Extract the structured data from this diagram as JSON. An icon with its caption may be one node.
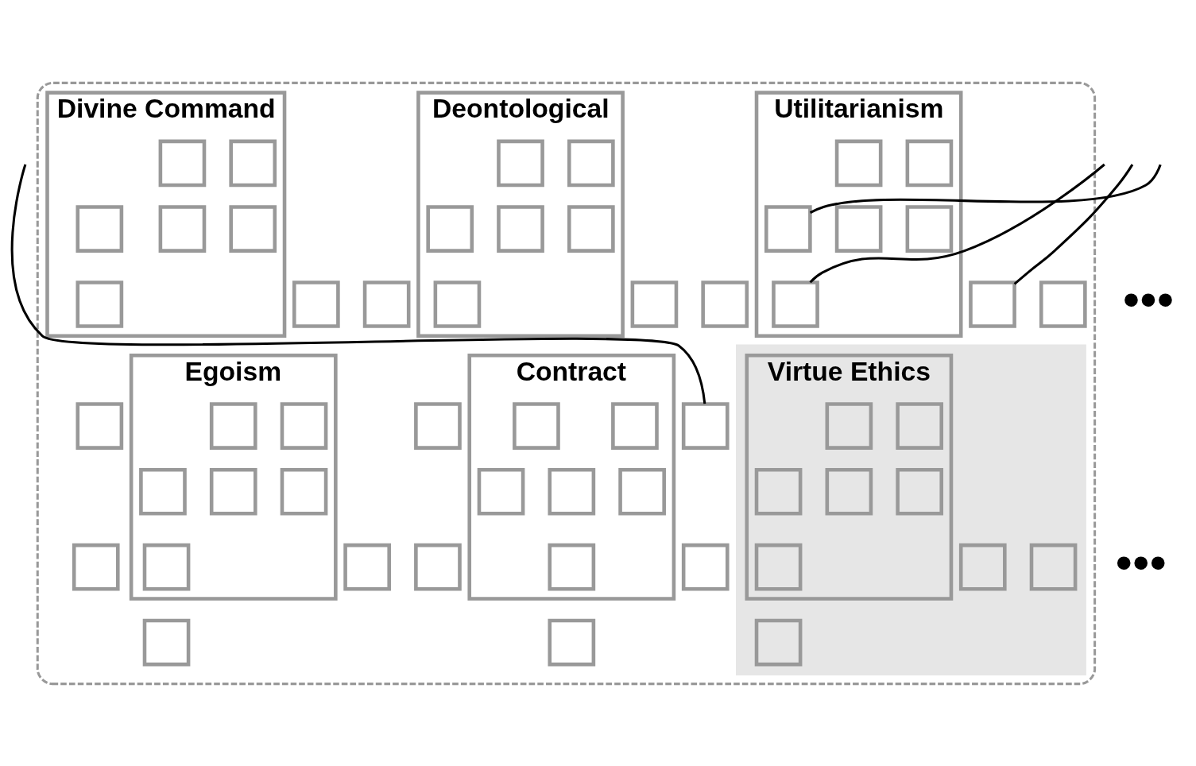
{
  "diagram": {
    "nodes": [
      {
        "text": [],
        "shape": "box"
      },
      {
        "text": [
          "Utilitarianism"
        ],
        "in": 0
      },
      {
        "text": [],
        "shape": "box",
        "in": 1
      },
      {
        "text": [],
        "shape": "box",
        "in": 1
      },
      {
        "text": [],
        "shape": "box",
        "in": 1
      },
      {
        "text": [],
        "shape": "box",
        "in": 1
      },
      {
        "text": [],
        "shape": "box",
        "in": 1
      },
      {
        "text": [],
        "shape": "box",
        "in": 1
      },
      {
        "text": [],
        "shape": "box",
        "in": 0
      },
      {
        "text": [],
        "shape": "box",
        "in": 0
      },
      {
        "text": [],
        "shape": "box",
        "in": 0
      },
      {
        "text": [
          "Deontological"
        ],
        "in": 0
      },
      {
        "text": [],
        "shape": "box",
        "in": 11
      },
      {
        "text": [],
        "shape": "box",
        "in": 11
      },
      {
        "text": [],
        "shape": "box",
        "in": 11
      },
      {
        "text": [],
        "shape": "box",
        "in": 11
      },
      {
        "text": [],
        "shape": "box",
        "in": 11
      },
      {
        "text": [],
        "shape": "box",
        "in": 11
      },
      {
        "text": [],
        "shape": "box",
        "in": 0
      },
      {
        "text": [],
        "shape": "box",
        "in": 0
      },
      {
        "text": [],
        "shape": "box",
        "in": 0
      },
      {
        "text": [
          "Divine Command"
        ],
        "in": 0
      },
      {
        "text": [],
        "shape": "box",
        "in": 21
      },
      {
        "text": [],
        "shape": "box",
        "in": 21
      },
      {
        "text": [],
        "shape": "box",
        "in": 21
      },
      {
        "text": [],
        "shape": "box",
        "in": 21
      },
      {
        "text": [],
        "shape": "box",
        "in": 21
      },
      {
        "text": [],
        "shape": "box",
        "in": 21
      },
      {
        "text": [],
        "shape": "box",
        "in": 0
      },
      {
        "text": [],
        "shape": "box",
        "in": 0
      },
      {
        "text": [],
        "shape": "box",
        "in": 0
      },
      {
        "text": [],
        "shape": "box",
        "in": 0
      },
      {
        "text": [
          "Virtue Ethics"
        ],
        "in": 31
      },
      {
        "text": [],
        "shape": "box",
        "in": 32
      },
      {
        "text": [],
        "shape": "box",
        "in": 32
      },
      {
        "text": [],
        "shape": "box",
        "in": 32
      },
      {
        "text": [],
        "shape": "box",
        "in": 32
      },
      {
        "text": [],
        "shape": "box",
        "in": 32
      },
      {
        "text": [],
        "shape": "box",
        "in": 32
      },
      {
        "text": [],
        "shape": "box",
        "in": 31
      },
      {
        "text": [],
        "shape": "box",
        "in": 31
      },
      {
        "text": [],
        "shape": "box",
        "in": 31
      },
      {
        "text": [
          "Contract"
        ],
        "in": 0
      },
      {
        "text": [],
        "shape": "box",
        "in": 42
      },
      {
        "text": [],
        "shape": "box",
        "in": 42
      },
      {
        "text": [],
        "shape": "box",
        "in": 42
      },
      {
        "text": [],
        "shape": "box",
        "in": 42
      },
      {
        "text": [],
        "shape": "box",
        "in": 42
      },
      {
        "text": [],
        "shape": "box",
        "in": 42
      },
      {
        "text": [],
        "shape": "box",
        "in": 0
      },
      {
        "text": [],
        "shape": "box",
        "in": 0
      },
      {
        "text": [],
        "shape": "box",
        "in": 0
      },
      {
        "text": [
          "Egoism"
        ],
        "in": 0
      },
      {
        "text": [],
        "shape": "box",
        "in": 52
      },
      {
        "text": [],
        "shape": "box",
        "in": 52
      },
      {
        "text": [],
        "shape": "box",
        "in": 52
      },
      {
        "text": [],
        "shape": "box",
        "in": 52
      },
      {
        "text": [],
        "shape": "box",
        "in": 52
      },
      {
        "text": [],
        "shape": "box",
        "in": 52
      },
      {
        "text": [],
        "shape": "box",
        "in": 0
      },
      {
        "text": [],
        "shape": "box",
        "in": 0
      },
      {
        "text": [],
        "shape": "box",
        "in": 0
      }
    ],
    "edges": [
      {
        "from": null,
        "to": 2,
        "arrow": "none"
      },
      {
        "from": null,
        "to": 5,
        "arrow": "none"
      },
      {
        "from": null,
        "to": 8,
        "arrow": "none"
      },
      {
        "from": null,
        "to": 9,
        "arrow": "none"
      }
    ],
    "labels": [
      "•••",
      "•••"
    ]
  }
}
